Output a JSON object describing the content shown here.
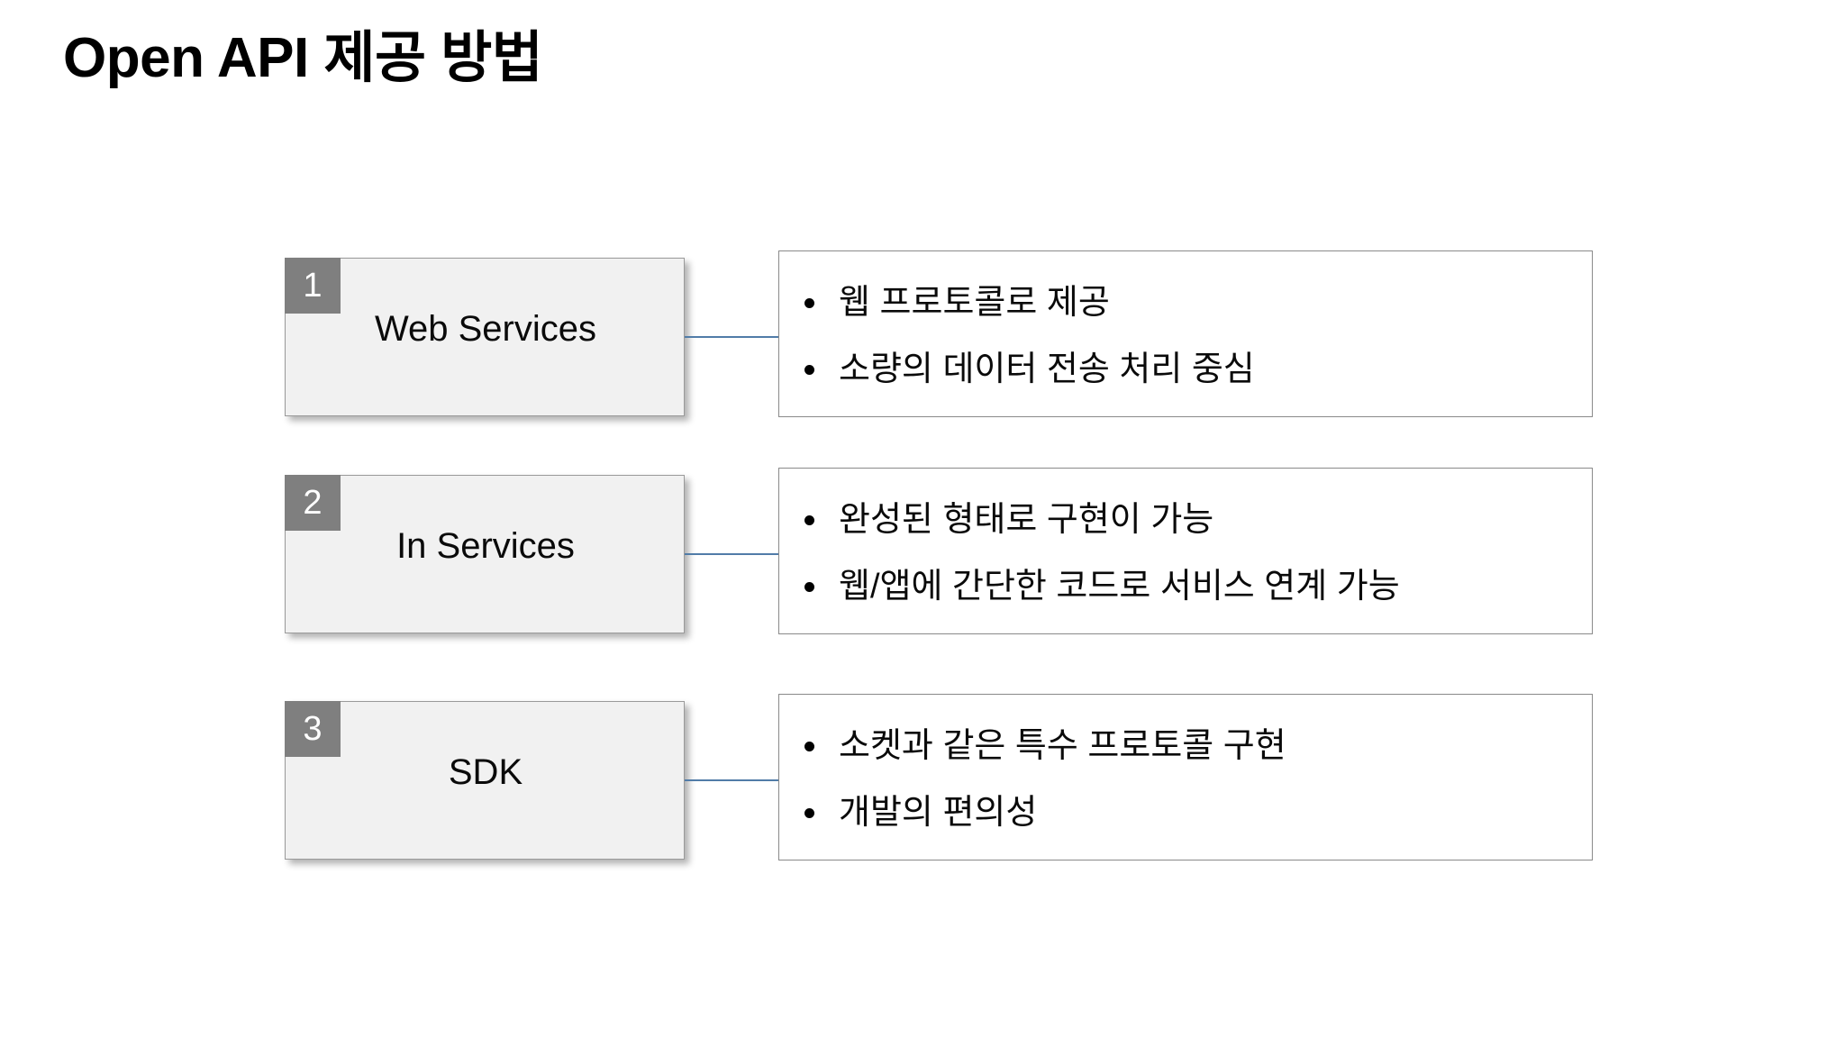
{
  "slide": {
    "title": "Open API 제공 방법",
    "background_color": "#ffffff",
    "title_color": "#000000"
  },
  "style": {
    "card_fill": "#f1f1f1",
    "card_border": "#9a9a9a",
    "badge_fill": "#7f7f7f",
    "badge_text_color": "#ffffff",
    "panel_fill": "#ffffff",
    "panel_border": "#8a8a8a",
    "connector_color": "#517ca8",
    "text_color": "#0a0a0a"
  },
  "rows": [
    {
      "number": "1",
      "label": "Web Services",
      "bullets": [
        "웹 프로토콜로 제공",
        "소량의 데이터 전송 처리 중심"
      ]
    },
    {
      "number": "2",
      "label": "In Services",
      "bullets": [
        "완성된 형태로 구현이 가능",
        "웹/앱에 간단한 코드로 서비스 연계 가능"
      ]
    },
    {
      "number": "3",
      "label": "SDK",
      "bullets": [
        "소켓과 같은 특수 프로토콜 구현",
        "개발의 편의성"
      ]
    }
  ]
}
